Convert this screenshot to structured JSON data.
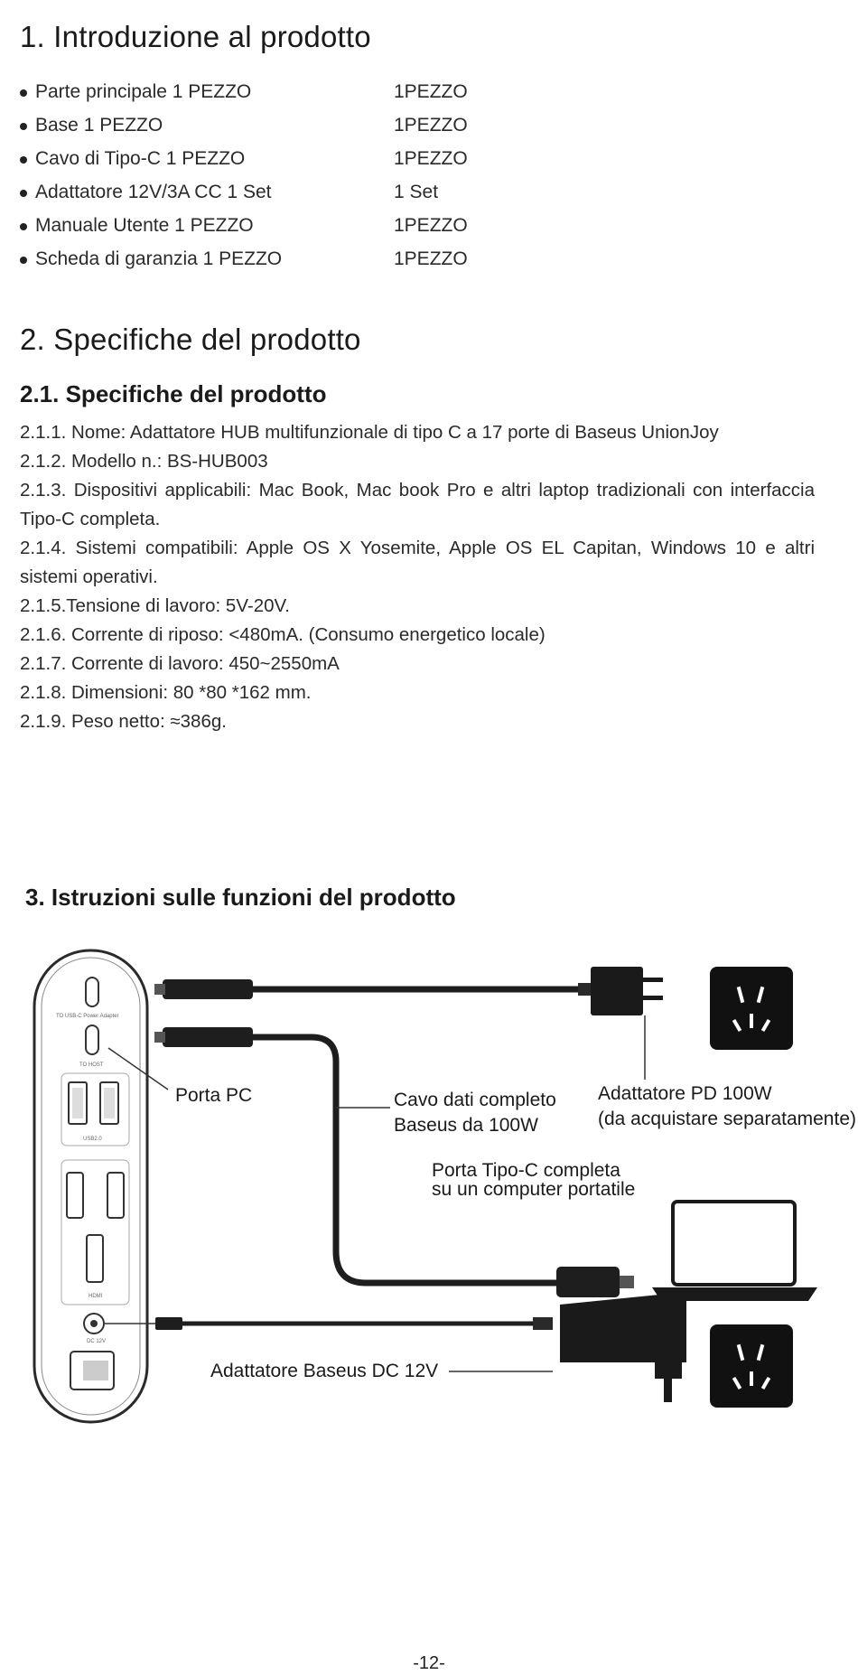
{
  "section1": {
    "title": "1. Introduzione al prodotto",
    "items": [
      {
        "label": "Parte principale 1 PEZZO",
        "qty": "1PEZZO"
      },
      {
        "label": "Base 1 PEZZO",
        "qty": "1PEZZO"
      },
      {
        "label": "Cavo di Tipo-C 1 PEZZO",
        "qty": "1PEZZO"
      },
      {
        "label": "Adattatore 12V/3A CC 1 Set",
        "qty": "1 Set"
      },
      {
        "label": "Manuale Utente 1 PEZZO",
        "qty": "1PEZZO"
      },
      {
        "label": "Scheda di garanzia 1 PEZZO",
        "qty": "1PEZZO"
      }
    ]
  },
  "section2": {
    "title": "2. Specifiche del prodotto",
    "subtitle": "2.1. Specifiche del prodotto",
    "specs": {
      "s1": "2.1.1. Nome: Adattatore HUB multifunzionale di tipo C a 17 porte di Baseus UnionJoy",
      "s2": "2.1.2. Modello n.: BS-HUB003",
      "s3a": "2.1.3. Dispositivi applicabili: Mac Book, Mac book Pro e altri laptop tradizionali con interfaccia",
      "s3b": "Tipo-C completa.",
      "s4a": "2.1.4. Sistemi compatibili: Apple OS X Yosemite, Apple OS EL Capitan, Windows 10 e altri",
      "s4b": "sistemi operativi.",
      "s5": "2.1.5.Tensione di lavoro: 5V-20V.",
      "s6": "2.1.6. Corrente di riposo: <480mA.  (Consumo energetico locale)",
      "s7": "2.1.7. Corrente di lavoro: 450~2550mA",
      "s8": "2.1.8. Dimensioni: 80 *80 *162 mm.",
      "s9": "2.1.9. Peso netto: ≈386g."
    }
  },
  "section3": {
    "title": "3. Istruzioni sulle funzioni del prodotto",
    "labels": {
      "pc_port": "Porta PC",
      "cable_line1": "Cavo dati completo",
      "cable_line2": "Baseus da 100W",
      "pd_line1": "Adattatore PD 100W",
      "pd_line2": "(da acquistare separatamente)",
      "laptop_line1": "Porta Tipo-C completa",
      "laptop_line2": "su un computer portatile",
      "dc_adapter": "Adattatore Baseus DC 12V"
    },
    "device_labels": {
      "power_adapter": "TO USB-C Power Adapter",
      "host": "TO HOST",
      "usb": "USB2.0",
      "hdmi": "HDMI",
      "dc": "DC 12V"
    }
  },
  "page_number": "-12-"
}
